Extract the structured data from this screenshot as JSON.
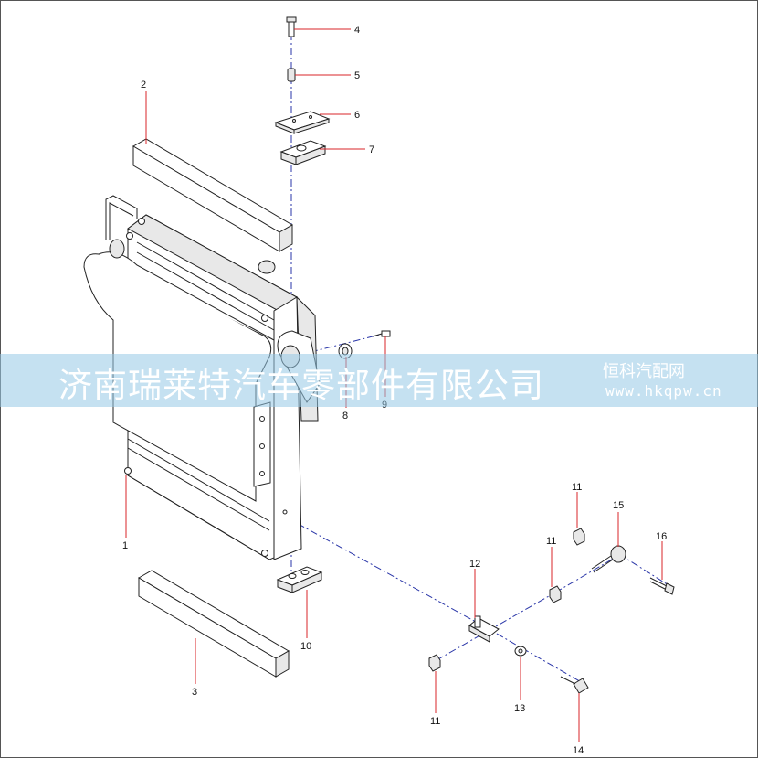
{
  "diagram": {
    "callouts": [
      {
        "id": "c1",
        "label": "1"
      },
      {
        "id": "c2",
        "label": "2"
      },
      {
        "id": "c3",
        "label": "3"
      },
      {
        "id": "c4",
        "label": "4"
      },
      {
        "id": "c5",
        "label": "5"
      },
      {
        "id": "c6",
        "label": "6"
      },
      {
        "id": "c7",
        "label": "7"
      },
      {
        "id": "c8",
        "label": "8"
      },
      {
        "id": "c9",
        "label": "9"
      },
      {
        "id": "c10",
        "label": "10"
      },
      {
        "id": "c11a",
        "label": "11"
      },
      {
        "id": "c11b",
        "label": "11"
      },
      {
        "id": "c11c",
        "label": "11"
      },
      {
        "id": "c12",
        "label": "12"
      },
      {
        "id": "c13",
        "label": "13"
      },
      {
        "id": "c14",
        "label": "14"
      },
      {
        "id": "c15",
        "label": "15"
      },
      {
        "id": "c16",
        "label": "16"
      }
    ],
    "colors": {
      "leader": "#d8242a",
      "axis": "#2a36a8",
      "watermark_band": "#96c8e6"
    }
  },
  "watermark": {
    "company": "济南瑞莱特汽车零部件有限公司",
    "brand": "恒科汽配网",
    "url": "www.hkqpw.cn"
  }
}
